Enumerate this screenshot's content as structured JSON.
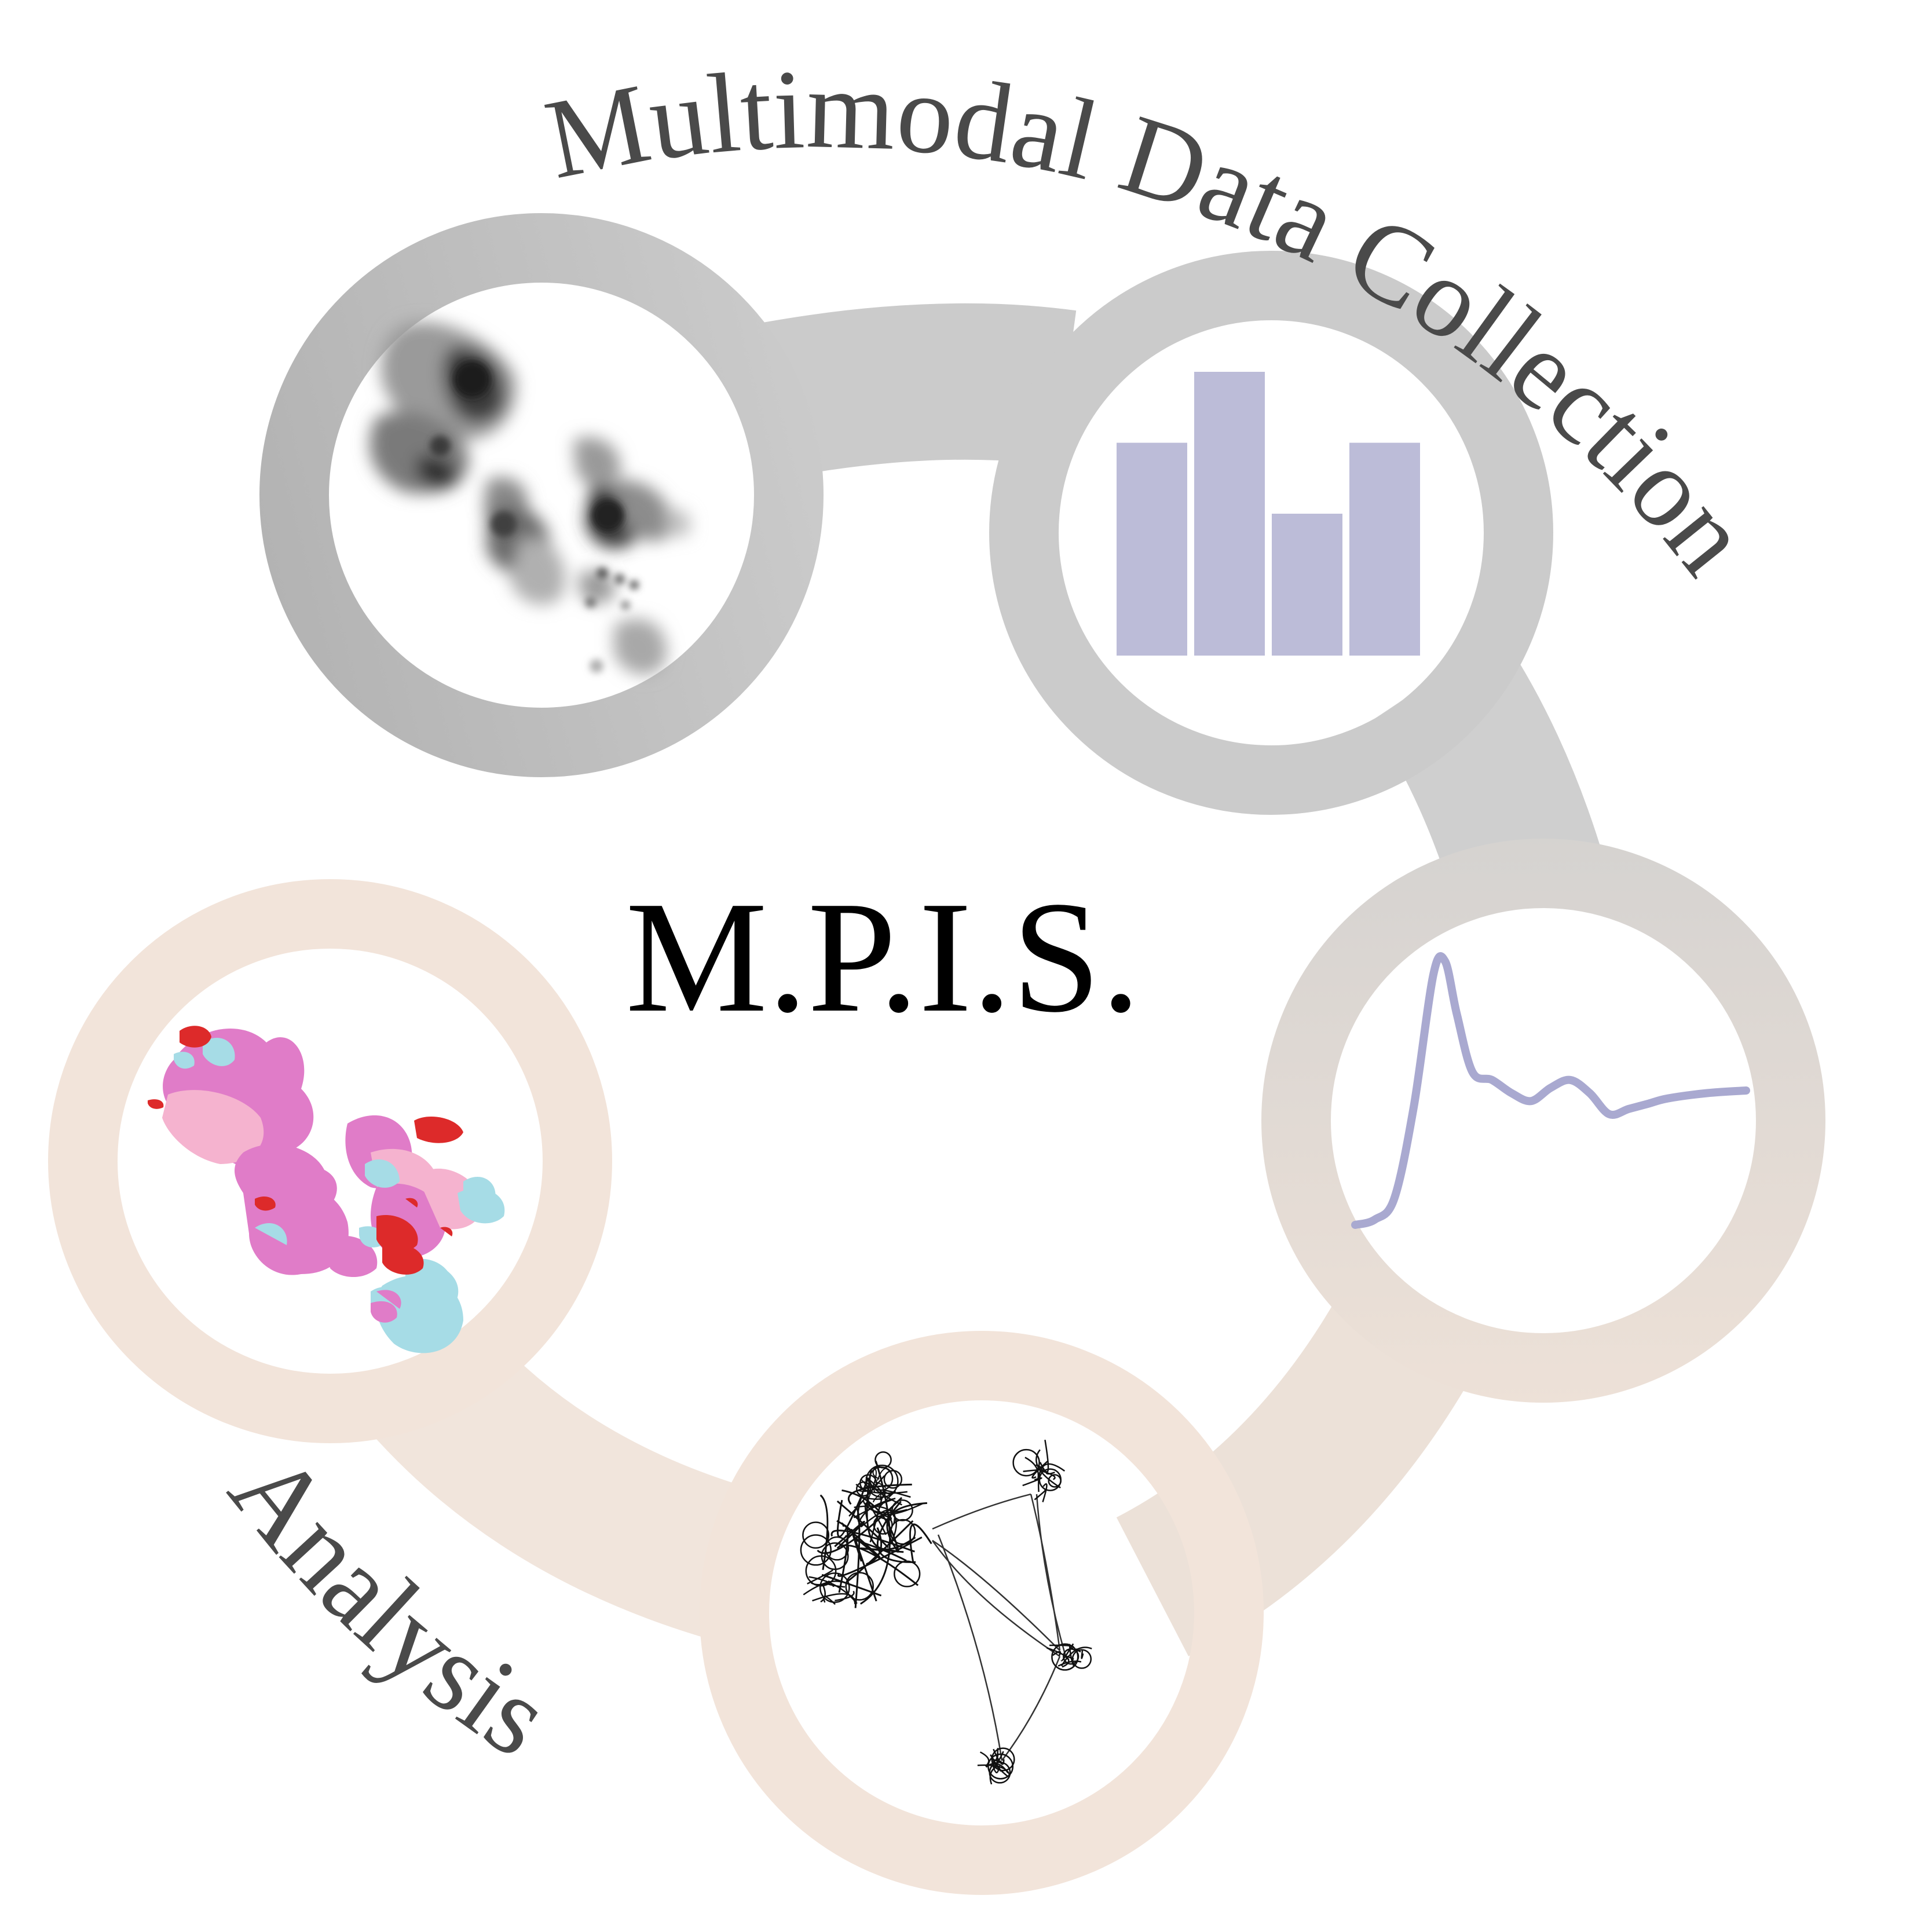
{
  "title": "M.P.I.S.",
  "labels": {
    "top_arc": "Multimodal Data Collection",
    "bottom_arc": "Analysis"
  },
  "colors": {
    "collection_ring_dark": "#b4b4b4",
    "collection_ring_light": "#d0d0d0",
    "analysis_ring": "#f2e4da",
    "bar_fill": "#bcbcd8",
    "curve_stroke": "#a9a9d0",
    "segment_red": "#dd2a2a",
    "segment_magenta": "#e07cc8",
    "segment_pink": "#f5b3cf",
    "segment_cyan": "#a6dce6",
    "text_gray": "#4a4a4a"
  },
  "icons": {
    "node_1": "grayscale-cell-image-icon",
    "node_2": "bar-chart-icon",
    "node_3": "spectrum-curve-icon",
    "node_4": "network-graph-icon",
    "node_5": "segmented-cell-map-icon"
  },
  "chart_data": [
    {
      "type": "bar",
      "categories": [
        "",
        "",
        "",
        ""
      ],
      "values": [
        3,
        4,
        2,
        3
      ],
      "ylim": [
        0,
        4
      ],
      "title": "",
      "xlabel": "",
      "ylabel": ""
    },
    {
      "type": "line",
      "x": [
        0,
        5,
        10,
        15,
        20,
        23,
        26,
        30,
        35,
        40,
        45,
        50,
        55,
        60,
        65,
        70,
        75,
        80,
        90,
        100
      ],
      "values": [
        0.0,
        0.02,
        0.1,
        0.45,
        0.95,
        1.0,
        0.8,
        0.58,
        0.55,
        0.5,
        0.47,
        0.52,
        0.55,
        0.5,
        0.42,
        0.44,
        0.46,
        0.48,
        0.5,
        0.51
      ],
      "ylim": [
        0,
        1
      ],
      "title": "",
      "xlabel": "",
      "ylabel": ""
    }
  ]
}
